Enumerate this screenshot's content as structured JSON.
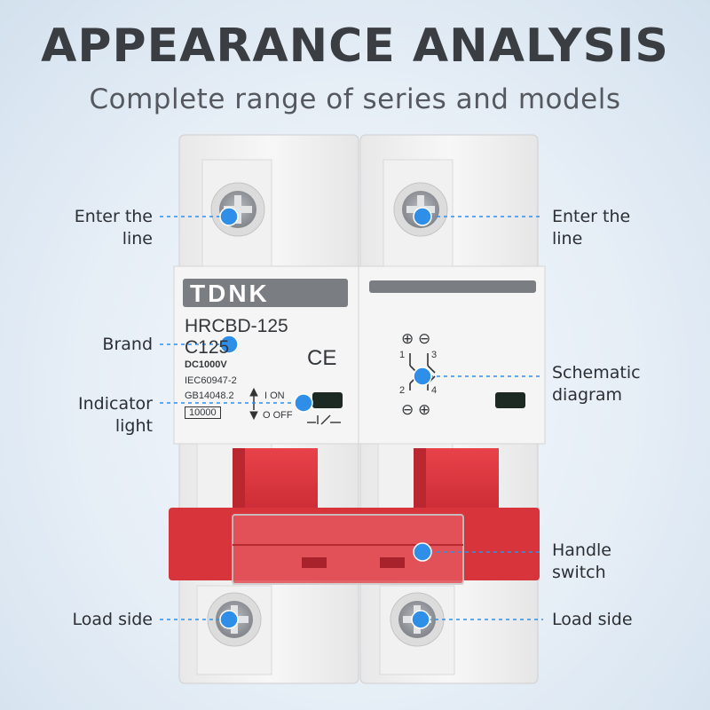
{
  "header": {
    "title": "APPEARANCE ANALYSIS",
    "subtitle": "Complete range of series and models"
  },
  "callouts": {
    "enter_line_left": "Enter the\nline",
    "enter_line_right": "Enter the\nline",
    "brand": "Brand",
    "indicator_light": "Indicator\nlight",
    "schematic_diagram": "Schematic\ndiagram",
    "handle_switch": "Handle\nswitch",
    "load_side_left": "Load side",
    "load_side_right": "Load side"
  },
  "breaker": {
    "brand_logo": "TDNK",
    "model": "HRCBD-125",
    "rating": "C125",
    "voltage": "DC1000V",
    "standard_1": "IEC60947-2",
    "standard_2": "GB14048.2",
    "breaking_capacity": "10000",
    "on_label": "I  ON",
    "off_label": "O OFF",
    "ce_mark": "CE",
    "schematic_top": "⊕ ⊖",
    "schematic_bottom": "⊖ ⊕",
    "terminal_1": "1",
    "terminal_3": "3",
    "terminal_2": "2",
    "terminal_4": "4"
  },
  "colors": {
    "marker": "#2f8fe8",
    "handle": "#e03840",
    "body": "#f3f3f3"
  }
}
